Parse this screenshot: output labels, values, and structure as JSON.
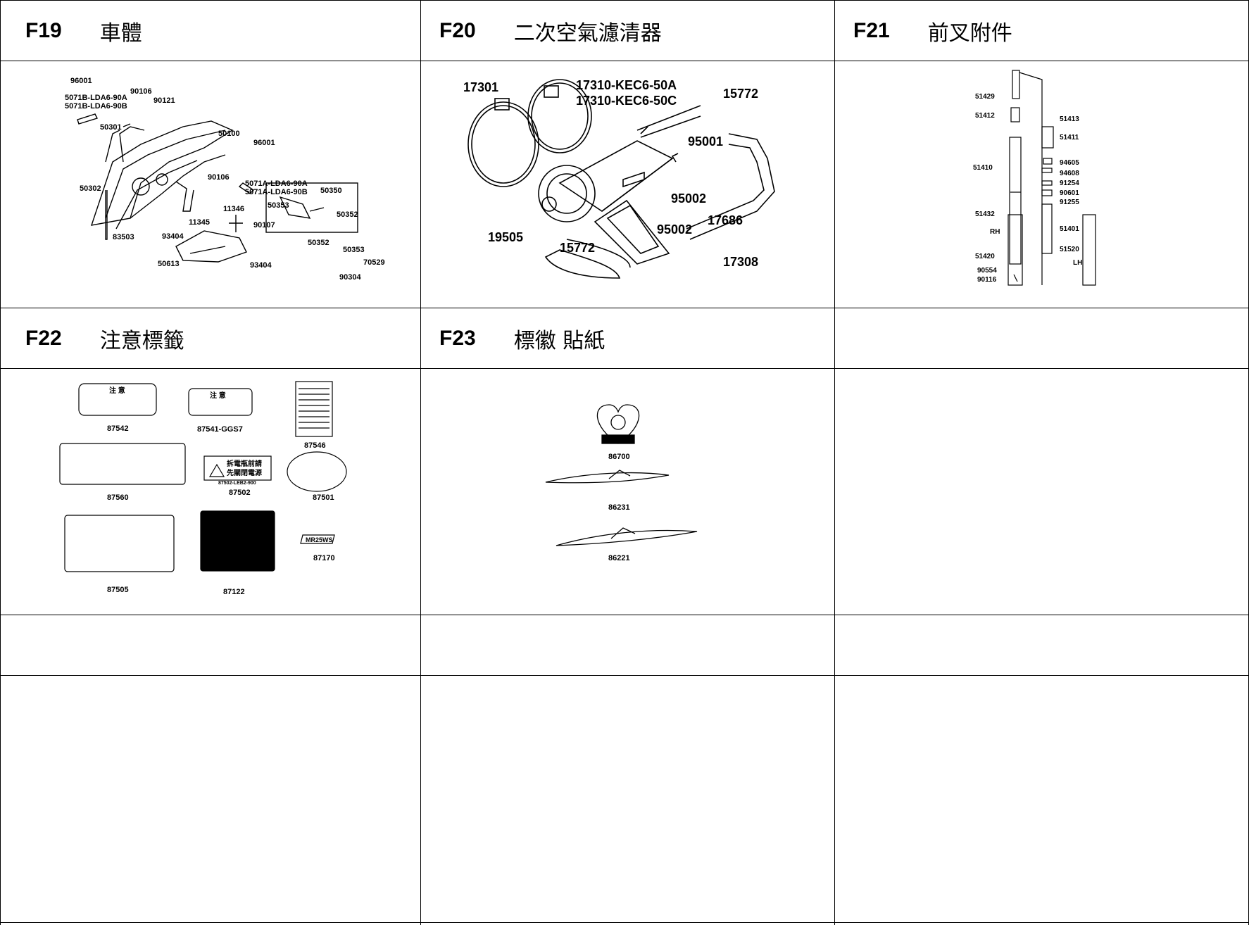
{
  "sections": [
    {
      "code": "F19",
      "title": "車體",
      "parts": [
        "96001",
        "5071B-LDA6-90A",
        "5071B-LDA6-90B",
        "90106",
        "90121",
        "50301",
        "50100",
        "96001",
        "50302",
        "90106",
        "5071A-LDA6-90A",
        "5071A-LDA6-90B",
        "50350",
        "11346",
        "11345",
        "50353",
        "50352",
        "90107",
        "83503",
        "93404",
        "50352",
        "50353",
        "50613",
        "93404",
        "70529",
        "90304"
      ]
    },
    {
      "code": "F20",
      "title": "二次空氣濾清器",
      "parts": [
        "17301",
        "17310-KEC6-50A",
        "17310-KEC6-50C",
        "15772",
        "95001",
        "95002",
        "17686",
        "95002",
        "19505",
        "15772",
        "17308"
      ]
    },
    {
      "code": "F21",
      "title": "前叉附件",
      "parts": [
        "51429",
        "51412",
        "51413",
        "51411",
        "51410",
        "94605",
        "94608",
        "91254",
        "90601",
        "91255",
        "51432",
        "RH",
        "51401",
        "51420",
        "51520",
        "LH",
        "90554",
        "90116"
      ]
    },
    {
      "code": "F22",
      "title": "注意標籤",
      "parts": [
        "87542",
        "87541-GGS7",
        "87546",
        "87560",
        "87502",
        "87501",
        "87505",
        "87122",
        "87170"
      ],
      "label_texts": [
        "注 意",
        "注 意",
        "拆電瓶前請",
        "先關閉電源",
        "87502-LEB2-900",
        "MR25WS"
      ]
    },
    {
      "code": "F23",
      "title": "標徽 貼紙",
      "parts": [
        "86700",
        "86231",
        "86221"
      ]
    }
  ]
}
